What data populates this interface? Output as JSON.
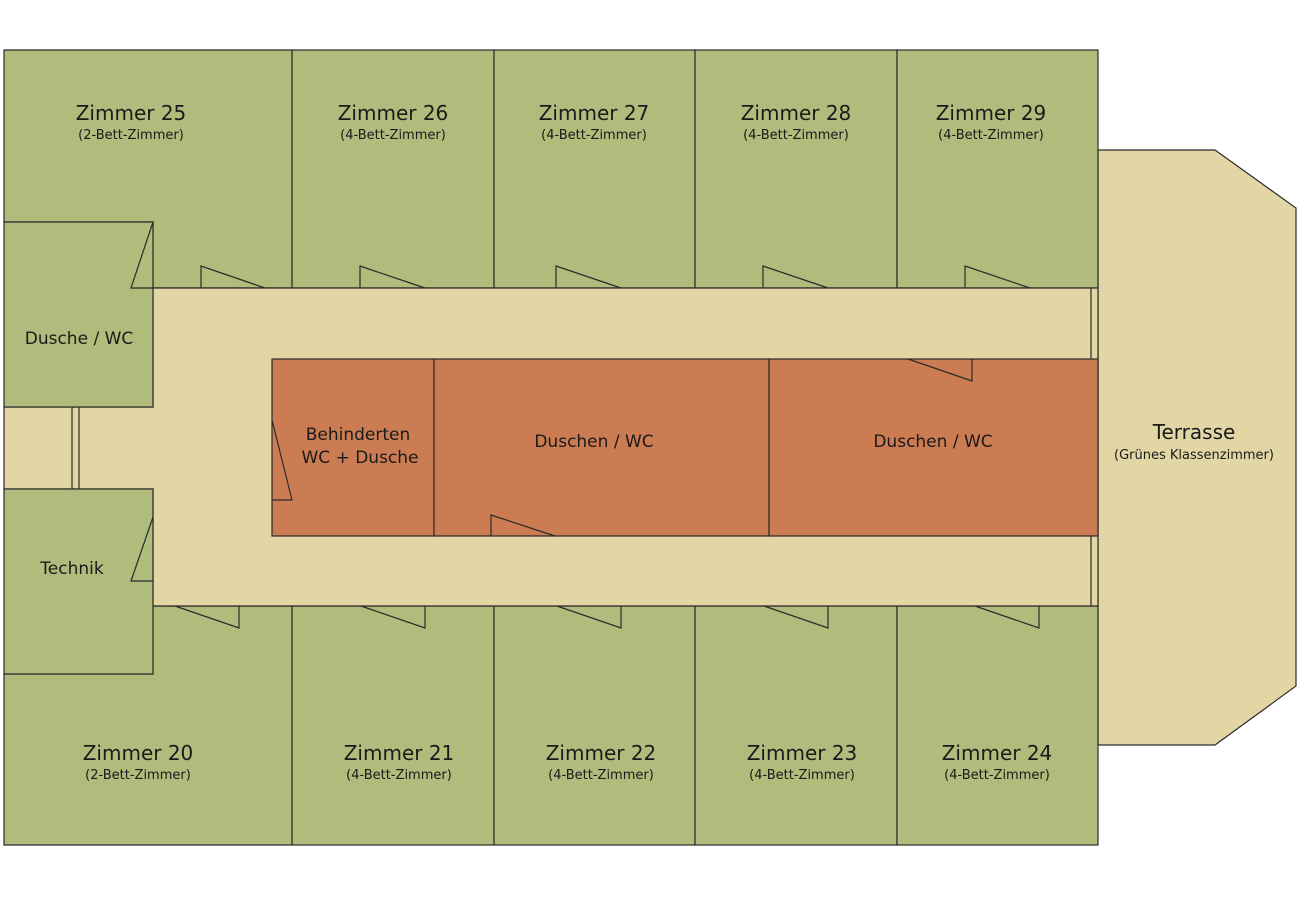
{
  "colors": {
    "room": "#B1BB7B",
    "corridor": "#E2D6A5",
    "sanitary": "#CB7C52",
    "terrace": "#E2D6A5",
    "line": "#2b2b2b"
  },
  "rooms_top": [
    {
      "name": "Zimmer 25",
      "type": "(2-Bett-Zimmer)"
    },
    {
      "name": "Zimmer 26",
      "type": "(4-Bett-Zimmer)"
    },
    {
      "name": "Zimmer 27",
      "type": "(4-Bett-Zimmer)"
    },
    {
      "name": "Zimmer 28",
      "type": "(4-Bett-Zimmer)"
    },
    {
      "name": "Zimmer 29",
      "type": "(4-Bett-Zimmer)"
    }
  ],
  "rooms_bottom": [
    {
      "name": "Zimmer 20",
      "type": "(2-Bett-Zimmer)"
    },
    {
      "name": "Zimmer 21",
      "type": "(4-Bett-Zimmer)"
    },
    {
      "name": "Zimmer 22",
      "type": "(4-Bett-Zimmer)"
    },
    {
      "name": "Zimmer 23",
      "type": "(4-Bett-Zimmer)"
    },
    {
      "name": "Zimmer 24",
      "type": "(4-Bett-Zimmer)"
    }
  ],
  "side_rooms": {
    "shower": "Dusche / WC",
    "technik": "Technik"
  },
  "center_block": {
    "accessible_line1": "Behinderten",
    "accessible_line2": "WC + Dusche",
    "showers_left": "Duschen / WC",
    "showers_right": "Duschen / WC"
  },
  "terrace": {
    "name": "Terrasse",
    "subtitle": "(Grünes Klassenzimmer)"
  }
}
